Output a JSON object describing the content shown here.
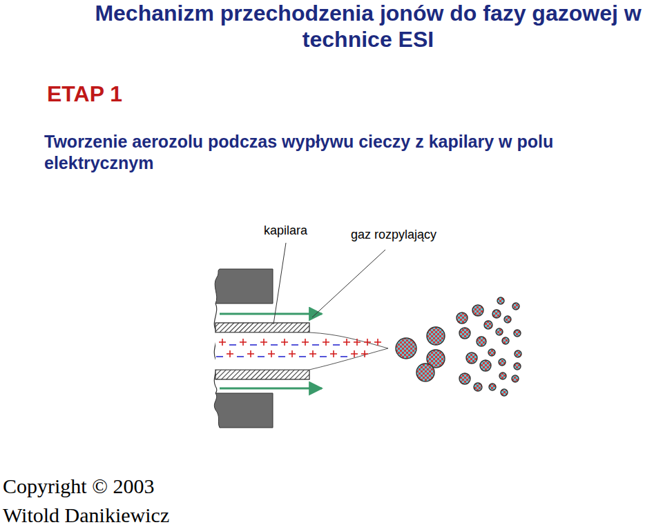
{
  "diagram": {
    "title": "Mechanizm przechodzenia jonów do fazy gazowej w technice ESI",
    "labels": [
      "ETAP 1",
      "Tworzenie aerozolu podczas wypływu cieczy z kapilary w polu elektrycznym",
      "kapilara",
      "gaz rozpylający",
      "Copyright © 2003",
      "Witold Danikiewicz"
    ]
  }
}
